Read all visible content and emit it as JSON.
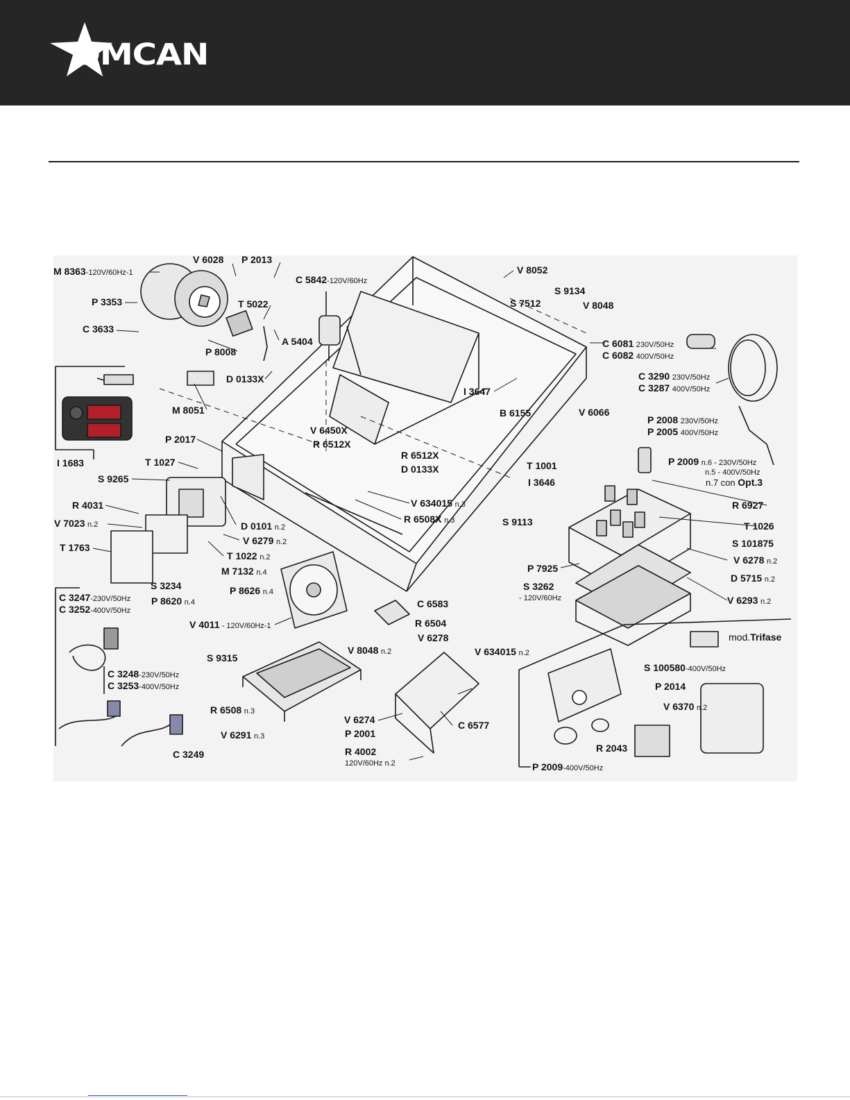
{
  "brand": {
    "name": "OMCAN"
  },
  "colors": {
    "header_bg": "#262626",
    "accent_red": "#b3202a",
    "line": "#1a1a1a"
  },
  "labels": {
    "m8363": {
      "code": "M 8363",
      "note": "-120V/60Hz-1"
    },
    "v6028": {
      "code": "V 6028"
    },
    "p2013": {
      "code": "P 2013"
    },
    "c5842": {
      "code": "C 5842",
      "note": "-120V/60Hz"
    },
    "p3353": {
      "code": "P 3353"
    },
    "t5022": {
      "code": "T 5022"
    },
    "c3633": {
      "code": "C 3633"
    },
    "a5404": {
      "code": "A 5404"
    },
    "p8008": {
      "code": "P 8008"
    },
    "d0133x_a": {
      "code": "D 0133X"
    },
    "m8051": {
      "code": "M 8051"
    },
    "i1683": {
      "code": "I 1683"
    },
    "p2017": {
      "code": "P 2017"
    },
    "v6450x": {
      "code": "V 6450X"
    },
    "r6512x_a": {
      "code": "R 6512X"
    },
    "r6512x_b": {
      "code": "R 6512X"
    },
    "d0133x_b": {
      "code": "D 0133X"
    },
    "t1027": {
      "code": "T 1027"
    },
    "s9265": {
      "code": "S 9265"
    },
    "r4031": {
      "code": "R 4031"
    },
    "v7023": {
      "code": "V 7023",
      "note": "n.2"
    },
    "t1763": {
      "code": "T 1763"
    },
    "d0101": {
      "code": "D 0101",
      "note": "n.2"
    },
    "v6279": {
      "code": "V 6279",
      "note": "n.2"
    },
    "v634015_a": {
      "code": "V 634015",
      "note": "n.3"
    },
    "r6508x": {
      "code": "R 6508X",
      "note": "n.3"
    },
    "t1022": {
      "code": "T 1022",
      "note": "n.2"
    },
    "m7132": {
      "code": "M 7132",
      "note": "n.4"
    },
    "s3234": {
      "code": "S 3234"
    },
    "p8626": {
      "code": "P 8626",
      "note": "n.4"
    },
    "p8620": {
      "code": "P 8620",
      "note": "n.4"
    },
    "c3247": {
      "code": "C 3247",
      "note": "-230V/50Hz"
    },
    "c3252": {
      "code": "C 3252",
      "note": "-400V/50Hz"
    },
    "v4011": {
      "code": "V 4011",
      "note": " - 120V/60Hz-1"
    },
    "c3248": {
      "code": "C 3248",
      "note": "-230V/50Hz"
    },
    "c3253": {
      "code": "C 3253",
      "note": "-400V/50Hz"
    },
    "s9315": {
      "code": "S 9315"
    },
    "v8048_a": {
      "code": "V 8048",
      "note": "n.2"
    },
    "r6508": {
      "code": "R 6508",
      "note": "n.3"
    },
    "v6291": {
      "code": "V 6291",
      "note": "n.3"
    },
    "c3249": {
      "code": "C 3249"
    },
    "v8052": {
      "code": "V 8052"
    },
    "s9134": {
      "code": "S 9134"
    },
    "s7512": {
      "code": "S 7512"
    },
    "v8048_b": {
      "code": "V 8048"
    },
    "c6081": {
      "code": "C 6081",
      "note": "230V/50Hz"
    },
    "c6082": {
      "code": "C 6082",
      "note": "400V/50Hz"
    },
    "c3290": {
      "code": "C 3290",
      "note": "230V/50Hz"
    },
    "c3287": {
      "code": "C 3287",
      "note": "400V/50Hz"
    },
    "i3647": {
      "code": "I 3647"
    },
    "b6155": {
      "code": "B 6155"
    },
    "v6066": {
      "code": "V 6066"
    },
    "p2008": {
      "code": "P 2008",
      "note": "230V/50Hz"
    },
    "p2005": {
      "code": "P 2005",
      "note": "400V/50Hz"
    },
    "p2009_a": {
      "code": "P 2009",
      "note": "n.6 - 230V/50Hz",
      "note2": "n.5 - 400V/50Hz",
      "note3": "n.7 con ",
      "note3b": "Opt.3"
    },
    "t1001": {
      "code": "T 1001"
    },
    "i3646": {
      "code": "I 3646"
    },
    "r6927": {
      "code": "R 6927"
    },
    "t1026": {
      "code": "T 1026"
    },
    "s9113": {
      "code": "S 9113"
    },
    "s101875": {
      "code": "S 101875"
    },
    "v6278_a": {
      "code": "V 6278",
      "note": "n.2"
    },
    "p7925": {
      "code": "P 7925"
    },
    "d5715": {
      "code": "D 5715",
      "note": "n.2"
    },
    "s3262": {
      "code": "S 3262",
      "note": "- 120V/60Hz"
    },
    "v6293": {
      "code": "V 6293",
      "note": "n.2"
    },
    "c6583": {
      "code": "C 6583"
    },
    "r6504": {
      "code": "R 6504"
    },
    "v6278_b": {
      "code": "V 6278"
    },
    "mod_trifase": {
      "prefix": "mod.",
      "bold": "Trifase"
    },
    "v634015_b": {
      "code": "V 634015",
      "note": "n.2"
    },
    "s100580": {
      "code": "S 100580",
      "note": "-400V/50Hz"
    },
    "p2014": {
      "code": "P 2014"
    },
    "v6370": {
      "code": "V 6370",
      "note": "n.2"
    },
    "v6274": {
      "code": "V 6274"
    },
    "c6577": {
      "code": "C 6577"
    },
    "p2001": {
      "code": "P 2001"
    },
    "r2043": {
      "code": "R 2043"
    },
    "r4002": {
      "code": "R 4002",
      "note": "120V/60Hz n.2"
    },
    "p2009_b": {
      "code": "P 2009",
      "note": "-400V/50Hz"
    }
  }
}
